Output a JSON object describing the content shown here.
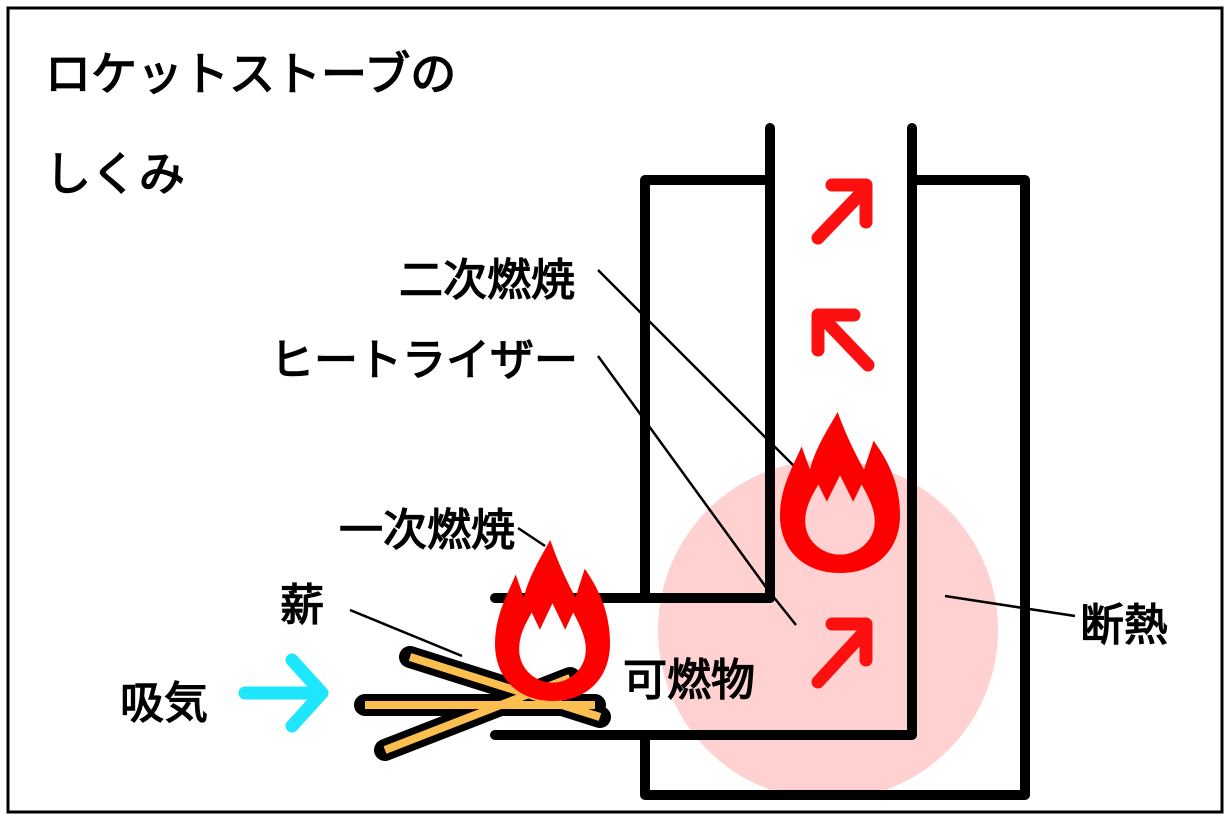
{
  "title": {
    "line1": "ロケットストーブの",
    "line2": "しくみ"
  },
  "labels": {
    "secondary_combustion": "二次燃焼",
    "heat_riser": "ヒートライザー",
    "primary_combustion": "一次燃焼",
    "firewood": "薪",
    "intake": "吸気",
    "combustibles": "可燃物",
    "insulation": "断熱"
  },
  "colors": {
    "flame": "#ff0000",
    "arrow": "#ff1010",
    "intake_arrow": "#1ee6ff",
    "wood": "#fbbf4f",
    "insulation_area": "#ffcccc"
  }
}
